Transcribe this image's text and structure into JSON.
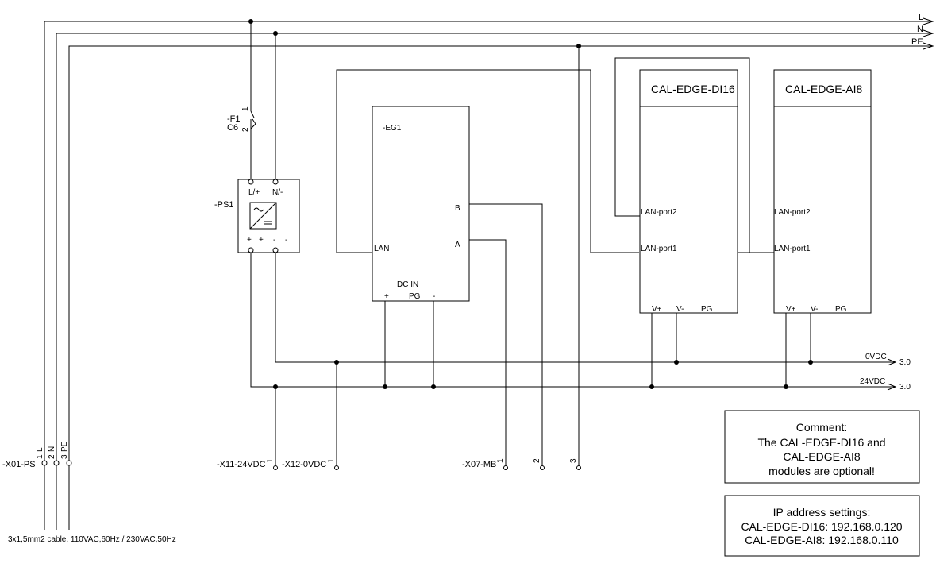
{
  "rails": {
    "l": "L",
    "n": "N",
    "pe": "PE"
  },
  "fuse": {
    "tag": "-F1",
    "rating": "C6",
    "pin1": "1",
    "pin2": "2"
  },
  "ps": {
    "tag": "-PS1",
    "in_l": "L/+",
    "in_n": "N/-",
    "out_p1": "+",
    "out_p2": "+",
    "out_m1": "-",
    "out_m2": "-"
  },
  "gateway": {
    "tag": "-EG1",
    "lan": "LAN",
    "b": "B",
    "a": "A",
    "dcin": "DC IN",
    "plus": "+",
    "pg": "PG",
    "minus": "-"
  },
  "di16": {
    "title": "CAL-EDGE-DI16",
    "port2": "LAN-port2",
    "port1": "LAN-port1",
    "vp": "V+",
    "vm": "V-",
    "pg": "PG"
  },
  "ai8": {
    "title": "CAL-EDGE-AI8",
    "port2": "LAN-port2",
    "port1": "LAN-port1",
    "vp": "V+",
    "vm": "V-",
    "pg": "PG"
  },
  "buses": {
    "v0": "0VDC",
    "v24": "24VDC",
    "ref0": "3.0",
    "ref24": "3.0"
  },
  "terminals": {
    "x01": "-X01-PS",
    "x01_p1": "1",
    "x01_l": "L",
    "x01_p2": "2",
    "x01_n": "N",
    "x01_p3": "3",
    "x01_pe": "PE",
    "x11": "-X11-24VDC",
    "x11_p": "1",
    "x12": "-X12-0VDC",
    "x12_p": "1",
    "x07": "-X07-MB",
    "x07_p1": "1",
    "x07_p2": "2",
    "x07_p3": "3"
  },
  "cable": "3x1,5mm2 cable, 110VAC,60Hz / 230VAC,50Hz",
  "comment": {
    "l1": "Comment:",
    "l2": "The CAL-EDGE-DI16 and",
    "l3": "CAL-EDGE-AI8",
    "l4": "modules are optional!"
  },
  "ip": {
    "l1": "IP address settings:",
    "l2": "CAL-EDGE-DI16: 192.168.0.120",
    "l3": "CAL-EDGE-AI8: 192.168.0.110"
  }
}
